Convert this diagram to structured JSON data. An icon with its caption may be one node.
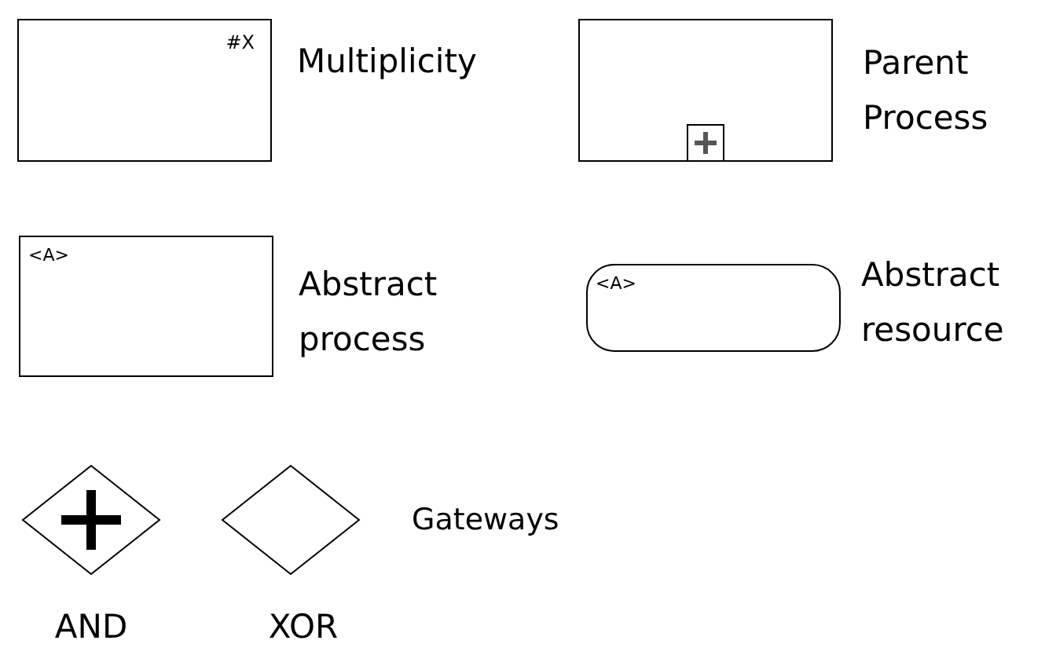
{
  "diagram": {
    "nodes": [
      {
        "text": [
          "#X"
        ],
        "beside": [
          "Multiplicity"
        ]
      },
      {
        "text": [],
        "shape": "box",
        "beside": [
          "Parent Process"
        ]
      },
      {
        "text": [
          "<A>"
        ],
        "beside": [
          "Abstract process"
        ]
      },
      {
        "text": [
          "<A>"
        ],
        "beside": [
          "Abstract resource"
        ]
      },
      {
        "text": [],
        "shape": "diamond",
        "beside": [
          "AND"
        ]
      },
      {
        "text": [],
        "shape": "diamond",
        "beside": [
          "XOR"
        ]
      }
    ],
    "edges": [],
    "labels": [
      "Gateways"
    ]
  }
}
